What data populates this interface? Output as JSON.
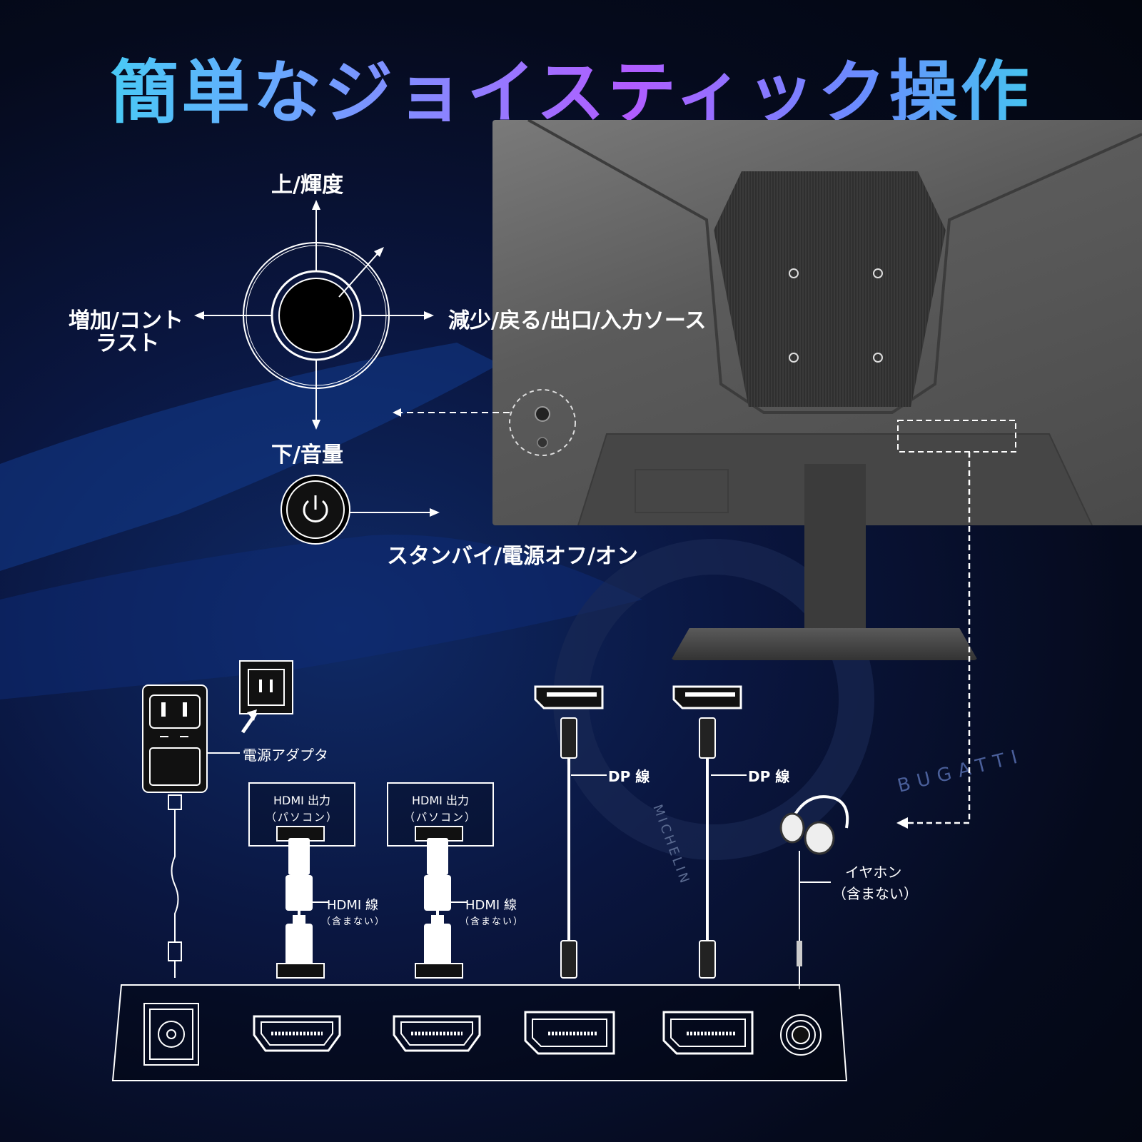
{
  "title": "簡単なジョイスティック操作",
  "joystick": {
    "up": "上/輝度",
    "down": "下/音量",
    "left_line1": "増加/コント",
    "left_line2": "ラスト",
    "right": "減少/戻る/出口/入力ソース",
    "power": "スタンバイ/電源オフ/オン"
  },
  "connections": {
    "power_adapter": "電源アダプタ",
    "hdmi_out_1": "HDMI 出力",
    "hdmi_out_1_sub": "（パソコン）",
    "hdmi_out_2": "HDMI 出力",
    "hdmi_out_2_sub": "（パソコン）",
    "hdmi_cable_1": "HDMI 線",
    "hdmi_cable_1_sub": "（含まない）",
    "hdmi_cable_2": "HDMI 線",
    "hdmi_cable_2_sub": "（含まない）",
    "dp_cable_1": "DP 線",
    "dp_cable_2": "DP 線",
    "earphone": "イヤホン",
    "earphone_sub": "（含まない）"
  },
  "background_marks": {
    "bugatti": "BUGATTI",
    "michelin": "MICHELIN"
  },
  "icons": [
    "joystick-icon",
    "power-icon",
    "outlet-icon",
    "hdmi-port-icon",
    "dp-port-icon",
    "audio-jack-icon",
    "dc-in-icon",
    "headphones-icon"
  ]
}
